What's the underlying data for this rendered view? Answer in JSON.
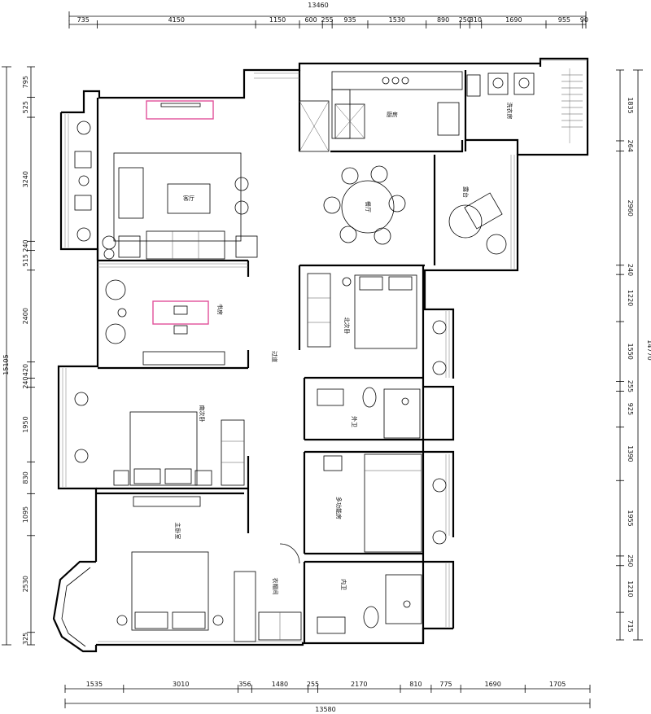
{
  "dims": {
    "top_total": "13460",
    "top": [
      "735",
      "4150",
      "1150",
      "600",
      "255",
      "935",
      "1530",
      "890",
      "250",
      "310",
      "1690",
      "955",
      "90"
    ],
    "bottom_total": "13580",
    "bottom": [
      "1535",
      "3010",
      "356",
      "1480",
      "255",
      "2170",
      "810",
      "775",
      "1690",
      "1705"
    ],
    "left_total": "15105",
    "left": [
      "795",
      "525",
      "3240",
      "240",
      "515",
      "2400",
      "420",
      "240",
      "1950",
      "830",
      "1095",
      "2530",
      "325"
    ],
    "right_total": "14770",
    "right": [
      "1835",
      "264",
      "2960",
      "240",
      "1220",
      "1550",
      "255",
      "925",
      "1390",
      "1955",
      "250",
      "1210",
      "715"
    ]
  },
  "rooms": {
    "kitchen": "厨房",
    "laundry": "洗衣房",
    "living": "客厅",
    "dining": "餐厅",
    "balcony": "露台",
    "study": "书房",
    "north_bedroom": "北次卧",
    "corridor": "过道",
    "south_bedroom": "南次卧",
    "guest_bath": "外卫",
    "multi_room": "多功能房",
    "master_bedroom": "主卧室",
    "closet": "衣帽间",
    "ensuite": "内卫"
  }
}
